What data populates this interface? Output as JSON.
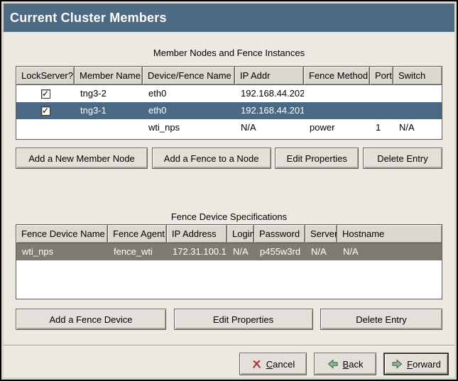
{
  "window": {
    "title": "Current Cluster Members"
  },
  "colors": {
    "titlebar": "#4d6a84",
    "selected_row_blue": "#4a6984",
    "selected_row_gray": "#7e7b73",
    "background": "#ece9e2",
    "header_cell": "#dbd8d0",
    "cancel_icon_red": "#a83a3a",
    "arrow_icon_green": "#8fb58f"
  },
  "icons": {
    "checkbox_check_glyph": "✓",
    "cancel": "red-x-icon",
    "back": "green-left-arrow-icon",
    "forward": "green-right-arrow-icon"
  },
  "members_section": {
    "caption": "Member Nodes and Fence Instances",
    "columns": [
      "LockServer?",
      "Member Name",
      "Device/Fence Name",
      "IP Addr",
      "Fence Method",
      "Port",
      "Switch"
    ],
    "rows": [
      {
        "lockserver_checked": "✓",
        "member_name": "tng3-2",
        "device_fence_name": "eth0",
        "ip_addr": "192.168.44.202",
        "fence_method": "",
        "port": "",
        "switch": "",
        "selected": false
      },
      {
        "lockserver_checked": "✓",
        "member_name": "tng3-1",
        "device_fence_name": "eth0",
        "ip_addr": "192.168.44.201",
        "fence_method": "",
        "port": "",
        "switch": "",
        "selected": true
      },
      {
        "lockserver_checked": "",
        "member_name": "",
        "device_fence_name": "wti_nps",
        "ip_addr": "N/A",
        "fence_method": "power",
        "port": "1",
        "switch": "N/A",
        "selected": false
      }
    ],
    "buttons": [
      "Add a New Member Node",
      "Add a Fence to a Node",
      "Edit Properties",
      "Delete Entry"
    ]
  },
  "fence_section": {
    "caption": "Fence Device Specifications",
    "columns": [
      "Fence Device Name",
      "Fence Agent",
      "IP Address",
      "Login",
      "Password",
      "Server",
      "Hostname"
    ],
    "rows": [
      {
        "fence_device_name": "wti_nps",
        "fence_agent": "fence_wti",
        "ip_address": "172.31.100.1",
        "login": "N/A",
        "password": "p455w3rd",
        "server": "N/A",
        "hostname": "N/A",
        "selected": true
      }
    ],
    "buttons": [
      "Add a Fence Device",
      "Edit Properties",
      "Delete Entry"
    ]
  },
  "action_bar": {
    "cancel_label": "Cancel",
    "back_label": "Back",
    "forward_label": "Forward"
  }
}
